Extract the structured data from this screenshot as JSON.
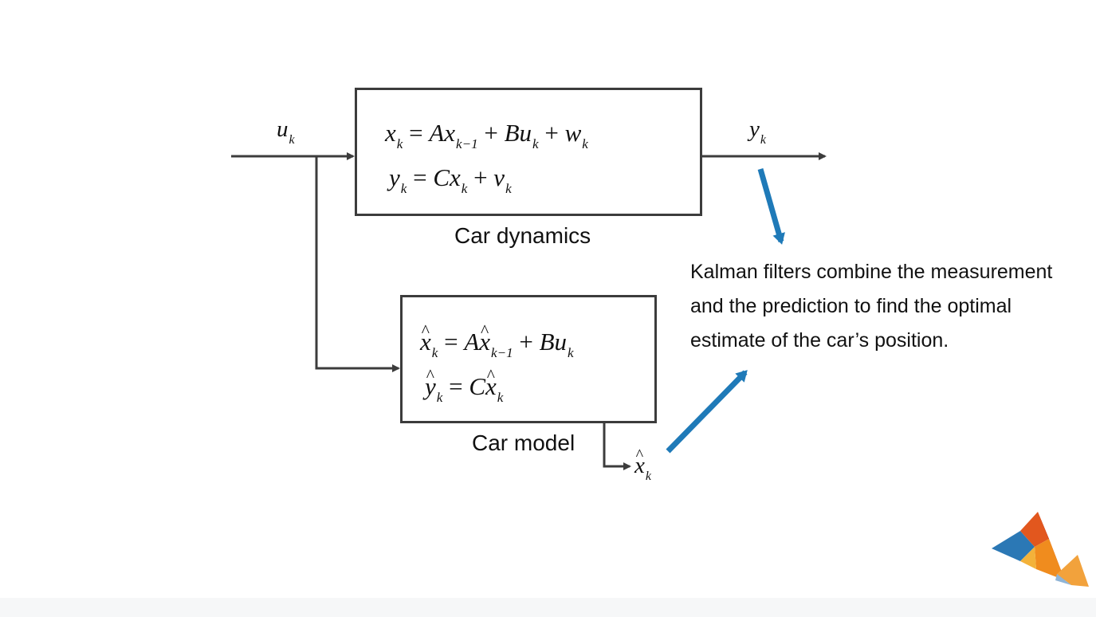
{
  "signals": {
    "input": "u",
    "output": "y",
    "estimate": "x",
    "subscript": "k"
  },
  "car_dynamics": {
    "caption": "Car dynamics",
    "eq1": {
      "lhs": "x",
      "op1": "+",
      "op2": "+",
      "rhs_terms": [
        "Ax",
        "Bu",
        "w"
      ],
      "prev_index": "k−1"
    },
    "eq2": {
      "lhs": "y",
      "term1": "Cx",
      "term2": "v"
    }
  },
  "car_model": {
    "caption": "Car model",
    "eq1": {
      "lhs": "x",
      "rhs1": "A",
      "rhs2": "Bu",
      "prev_index": "k−1"
    },
    "eq2": {
      "lhs": "y",
      "rhs": "C"
    }
  },
  "note": {
    "lines": [
      "Kalman filters combine the measurement",
      "and the prediction to find the optimal",
      "estimate of the car’s position."
    ]
  },
  "colors": {
    "wire": "#3c3c3c",
    "pointer_arrow": "#1f7ab8",
    "footer": "#f6f7f8"
  },
  "icons": {
    "logo": "matlab-membrane-logo"
  }
}
